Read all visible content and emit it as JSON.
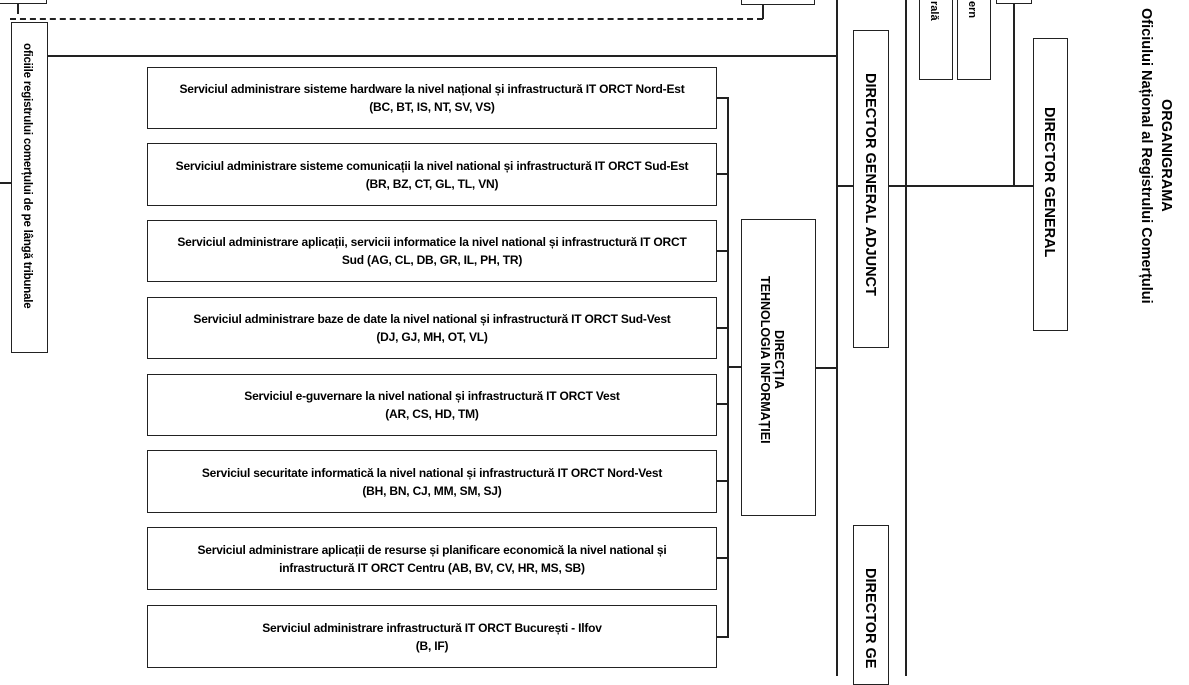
{
  "title": {
    "line1": "ORGANIGRAMA",
    "line2": "Oficiului Național al Registrului Comerțului"
  },
  "left_unit": "oficiile registrului comerțului de pe lângă tribunale",
  "director_general": "DIRECTOR GENERAL",
  "director_general_adjunct": "DIRECTOR GENERAL ADJUNCT",
  "director_general_partial": "DIRECTOR GE",
  "top_partial_boxes": [
    "rală",
    "ern"
  ],
  "directorate": {
    "line1": "DIRECȚIA",
    "line2": "TEHNOLOGIA INFORMAȚIEI"
  },
  "services": [
    {
      "line1": "Serviciul administrare sisteme hardware la nivel național și infrastructură IT ORCT Nord-Est",
      "line2": "(BC, BT, IS, NT, SV, VS)"
    },
    {
      "line1": "Serviciul administrare sisteme comunicații la nivel national și infrastructură IT ORCT Sud-Est",
      "line2": "(BR, BZ, CT, GL, TL, VN)"
    },
    {
      "line1": "Serviciul administrare aplicații, servicii informatice la nivel national și infrastructură IT ORCT",
      "line2": "Sud (AG, CL, DB, GR, IL, PH, TR)"
    },
    {
      "line1": "Serviciul administrare baze de date la nivel national și infrastructură IT ORCT Sud-Vest",
      "line2": "(DJ, GJ, MH, OT, VL)"
    },
    {
      "line1": "Serviciul e-guvernare la nivel national și infrastructură IT ORCT Vest",
      "line2": "(AR, CS, HD, TM)"
    },
    {
      "line1": "Serviciul securitate informatică la nivel national și infrastructură IT ORCT Nord-Vest",
      "line2": "(BH, BN, CJ, MM, SM, SJ)"
    },
    {
      "line1": "Serviciul administrare aplicații de resurse și planificare economică la nivel national și",
      "line2": "infrastructură IT ORCT Centru (AB, BV, CV, HR, MS, SB)"
    },
    {
      "line1": "Serviciul administrare infrastructură IT ORCT București - Ilfov",
      "line2": "(B, IF)"
    }
  ]
}
